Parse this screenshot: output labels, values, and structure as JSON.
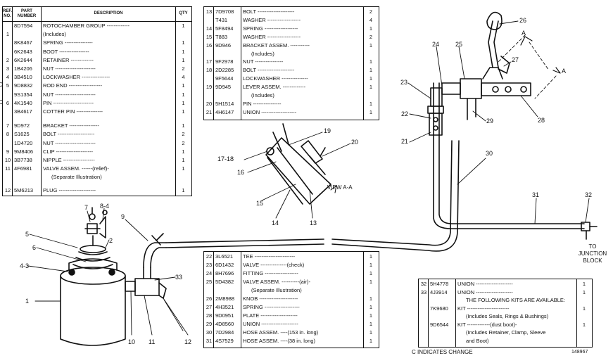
{
  "table1": {
    "headers": {
      "ref": "REF. NO.",
      "part": "PART NUMBER",
      "desc": "DESCRIPTION",
      "qty": "QTY"
    },
    "rows": [
      {
        "ref": "",
        "part": "8D7594",
        "desc": "ROTOCHAMBER GROUP -------------",
        "qty": "1",
        "c": ""
      },
      {
        "ref": "1",
        "part": "",
        "desc": "(Includes)",
        "qty": "",
        "c": ""
      },
      {
        "ref": "",
        "part": "8K8467",
        "desc": "SPRING ----------------",
        "qty": "1",
        "c": ""
      },
      {
        "ref": "",
        "part": "6K2643",
        "desc": "BOOT -----------------",
        "qty": "1",
        "c": ""
      },
      {
        "ref": "2",
        "part": "6K2644",
        "desc": "RETAINER -------------",
        "qty": "1",
        "c": ""
      },
      {
        "ref": "3",
        "part": "1B4206",
        "desc": "NUT -----------------------",
        "qty": "2",
        "c": ""
      },
      {
        "ref": "4",
        "part": "3B4510",
        "desc": "LOCKWASHER ----------------",
        "qty": "4",
        "c": ""
      },
      {
        "ref": "5",
        "part": "9D8832",
        "desc": "ROD END -------------------",
        "qty": "1",
        "c": "C"
      },
      {
        "ref": "",
        "part": "9S1354",
        "desc": "NUT -----------------------",
        "qty": "1",
        "c": ""
      },
      {
        "ref": "6",
        "part": "4K1540",
        "desc": "PIN -----------------------",
        "qty": "1",
        "c": "C"
      },
      {
        "ref": "",
        "part": "3B4617",
        "desc": "COTTER PIN ---------------",
        "qty": "1",
        "c": ""
      },
      {
        "ref": "7",
        "part": "9D972",
        "desc": "BRACKET -----------------",
        "qty": "1",
        "c": ""
      },
      {
        "ref": "8",
        "part": "S1625",
        "desc": "BOLT ---------------------",
        "qty": "2",
        "c": ""
      },
      {
        "ref": "",
        "part": "1D4720",
        "desc": "NUT -----------------------",
        "qty": "2",
        "c": ""
      },
      {
        "ref": "9",
        "part": "9M8406",
        "desc": "CLIP ---------------------",
        "qty": "1",
        "c": ""
      },
      {
        "ref": "10",
        "part": "3B7738",
        "desc": "NIPPLE ------------------",
        "qty": "1",
        "c": ""
      },
      {
        "ref": "11",
        "part": "4F6981",
        "desc": "VALVE ASSEM. ------(relief)-",
        "qty": "1",
        "c": ""
      },
      {
        "ref": "",
        "part": "",
        "desc": "(Separate Illustration)",
        "qty": "",
        "c": ""
      },
      {
        "ref": "12",
        "part": "5M6213",
        "desc": "PLUG ---------------------",
        "qty": "1",
        "c": ""
      }
    ]
  },
  "table2": {
    "rows": [
      {
        "ref": "13",
        "part": "7D9708",
        "desc": "BOLT ---------------------",
        "qty": "2"
      },
      {
        "ref": "",
        "part": "T431",
        "desc": "WASHER -------------------",
        "qty": "4"
      },
      {
        "ref": "14",
        "part": "5F8494",
        "desc": "SPRING -------------------",
        "qty": "1"
      },
      {
        "ref": "15",
        "part": "T883",
        "desc": "WASHER -------------------",
        "qty": "2"
      },
      {
        "ref": "16",
        "part": "9D946",
        "desc": "BRACKET ASSEM. -----------",
        "qty": "1"
      },
      {
        "ref": "",
        "part": "",
        "desc": "(Includes)",
        "qty": ""
      },
      {
        "ref": "17",
        "part": "9F2978",
        "desc": "NUT ----------------",
        "qty": "1"
      },
      {
        "ref": "18",
        "part": "2D2285",
        "desc": "BOLT ---------------------",
        "qty": "1"
      },
      {
        "ref": "",
        "part": "9F5644",
        "desc": "LOCKWASHER ---------------",
        "qty": "1"
      },
      {
        "ref": "19",
        "part": "9D945",
        "desc": "LEVER ASSEM. -------------",
        "qty": "1"
      },
      {
        "ref": "",
        "part": "",
        "desc": "(Includes)",
        "qty": ""
      },
      {
        "ref": "20",
        "part": "5H1514",
        "desc": "PIN ----------------",
        "qty": "1"
      },
      {
        "ref": "21",
        "part": "4H6147",
        "desc": "UNION --------------------",
        "qty": "1"
      }
    ]
  },
  "table3": {
    "rows": [
      {
        "ref": "22",
        "part": "3L6521",
        "desc": "TEE -----------------------",
        "qty": "1"
      },
      {
        "ref": "23",
        "part": "6D1432",
        "desc": "VALVE ---------------(check)",
        "qty": "1"
      },
      {
        "ref": "24",
        "part": "8H7696",
        "desc": "FITTING -------------------",
        "qty": "1"
      },
      {
        "ref": "25",
        "part": "5D4382",
        "desc": "VALVE ASSEM. ----------(air)-",
        "qty": "1"
      },
      {
        "ref": "",
        "part": "",
        "desc": "(Separate Illustration)",
        "qty": ""
      },
      {
        "ref": "26",
        "part": "2M8988",
        "desc": "KNOB ----------------------",
        "qty": "1"
      },
      {
        "ref": "27",
        "part": "4H3521",
        "desc": "SPRING --------------------",
        "qty": "1"
      },
      {
        "ref": "28",
        "part": "9D0951",
        "desc": "PLATE ---------------------",
        "qty": "1"
      },
      {
        "ref": "29",
        "part": "4D8560",
        "desc": "UNION ---------------------",
        "qty": "1"
      },
      {
        "ref": "30",
        "part": "7D2984",
        "desc": "HOSE ASSEM. ----(153 in. long)",
        "qty": "1"
      },
      {
        "ref": "31",
        "part": "4S7529",
        "desc": "HOSE ASSEM. ----(38 in. long)",
        "qty": "1"
      }
    ]
  },
  "table4": {
    "rows": [
      {
        "ref": "32",
        "part": "5H4778",
        "desc": "UNION ---------------------",
        "qty": "1"
      },
      {
        "ref": "33",
        "part": "4J3914",
        "desc": "UNION ---------------------",
        "qty": "1"
      },
      {
        "ref": "",
        "part": "",
        "desc": "THE FOLLOWING KITS ARE AVAILABLE:",
        "qty": ""
      },
      {
        "ref": "",
        "part": "7K9680",
        "desc": "KIT ------------------------",
        "qty": "1"
      },
      {
        "ref": "",
        "part": "",
        "desc": "(Includes Seals, Rings & Bushings)",
        "qty": ""
      },
      {
        "ref": "",
        "part": "9D6544",
        "desc": "KIT -------------(dust boot)-",
        "qty": "1"
      },
      {
        "ref": "",
        "part": "",
        "desc": "(Includes Retainer, Clamp, Sleeve",
        "qty": ""
      },
      {
        "ref": "",
        "part": "",
        "desc": "and Boot)",
        "qty": ""
      }
    ]
  },
  "callouts": {
    "c1": "1",
    "c2": "2",
    "c3": "4-3",
    "c4": "8-4",
    "c5": "5",
    "c6": "6",
    "c7": "7",
    "c9": "9",
    "c10": "10",
    "c11": "11",
    "c12": "12",
    "c13": "13",
    "c14": "14",
    "c15": "15",
    "c16": "16",
    "c17": "17-18",
    "c19": "19",
    "c20": "20",
    "c21": "21",
    "c22": "22",
    "c23": "23",
    "c24": "24",
    "c25": "25",
    "c26": "26",
    "c27": "27",
    "c28": "28",
    "c29": "29",
    "c30": "30",
    "c31": "31",
    "c32": "32",
    "c33": "33",
    "arrowA1": "A",
    "arrowA2": "A"
  },
  "labels": {
    "view_aa": "VIEW A-A",
    "to_junction_1": "TO",
    "to_junction_2": "JUNCTION",
    "to_junction_3": "BLOCK",
    "change_note": "C INDICATES CHANGE",
    "drawing_number": "148967"
  }
}
